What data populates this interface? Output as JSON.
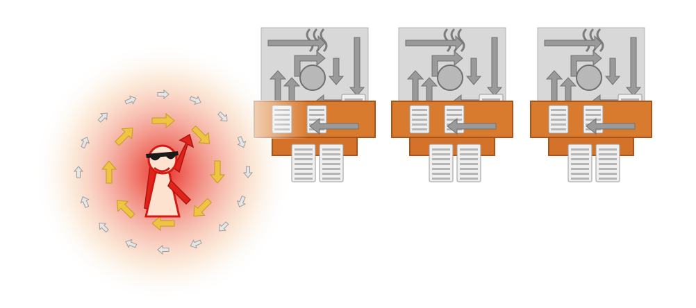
{
  "diagram": {
    "title": "",
    "caption": "",
    "figure": {
      "icon": "person-with-sunglasses-icon",
      "glow_color": "#e8241c",
      "glow_edge_color": "#f6c89a",
      "body_color": "#fde3cf",
      "outline_color": "#d11a14"
    },
    "orbit": {
      "inner_arrow_count": 8,
      "outer_arrow_count": 16,
      "inner_arrow_color": "#f0c443",
      "outer_arrow_color": "#d9d9d9",
      "direction": "clockwise"
    },
    "machines": {
      "count": 3,
      "icon": "factory-machine-icon",
      "hood_color": "#d8d8d8",
      "base_color": "#d4722a",
      "base_outline_color": "#a9521a",
      "arrow_color": "#8c8c8c",
      "stack_color": "#c8c8c8"
    }
  }
}
